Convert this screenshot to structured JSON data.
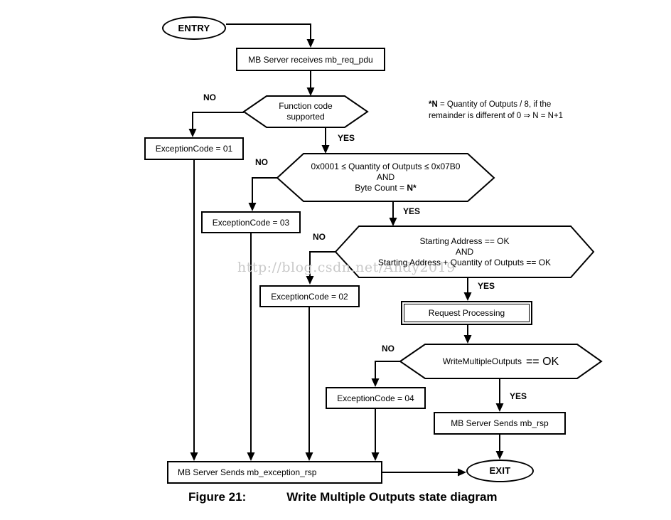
{
  "diagram": {
    "terminals": {
      "entry": "ENTRY",
      "exit": "EXIT"
    },
    "labels": {
      "no": "NO",
      "yes": "YES"
    },
    "nodes": {
      "receive": "MB Server receives mb_req_pdu",
      "function_code": {
        "lines": [
          "Function code",
          "supported"
        ]
      },
      "quantity_check": {
        "line1": "0x0001 ≤ Quantity of Outputs ≤ 0x07B0",
        "line2": "AND",
        "line3_prefix": "Byte Count = ",
        "line3_bold": "N*"
      },
      "address_check": {
        "line1": "Starting Address == OK",
        "line2": "AND",
        "line3": "Starting Address + Quantity of Outputs == OK"
      },
      "request_processing": "Request Processing",
      "write_check": {
        "normal": "WriteMultipleOutputs",
        "large": "== OK"
      },
      "exception_01": "ExceptionCode = 01",
      "exception_02": "ExceptionCode = 02",
      "exception_03": "ExceptionCode = 03",
      "exception_04": "ExceptionCode = 04",
      "send_response": "MB Server Sends mb_rsp",
      "send_exception_response": "MB Server Sends mb_exception_rsp"
    },
    "note": {
      "bold_lead": "*N",
      "line1_rest": " = Quantity of Outputs / 8, if the",
      "line2": "remainder is different of 0 ⇒ N = N+1"
    },
    "caption": {
      "figure": "Figure 21:",
      "title": "Write Multiple Outputs state diagram"
    },
    "watermark": "http://blog.csdn.net/Andy2019",
    "colors": {
      "line": "#000000",
      "background": "#ffffff",
      "watermark": "#c9c9c9"
    }
  }
}
